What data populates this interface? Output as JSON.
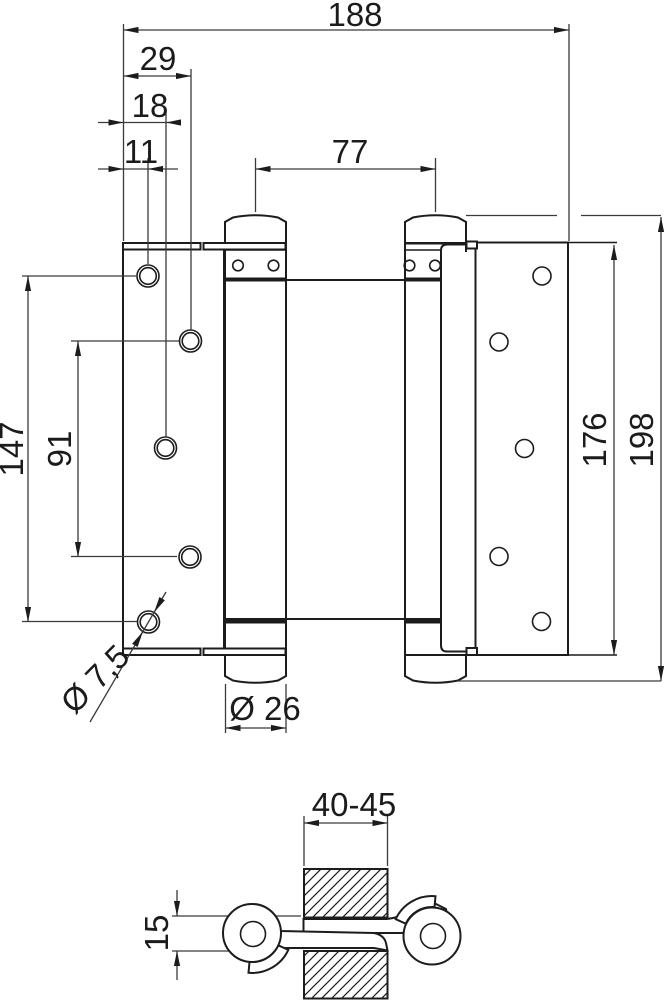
{
  "drawing": {
    "kind": "technical-drawing",
    "views": [
      "front-view",
      "top-section-view"
    ]
  },
  "dims": {
    "overall_width": "188",
    "hole_col_outer": "29",
    "hole_col_mid": "18",
    "hole_col_inner": "11",
    "spring_center_distance": "77",
    "hole_row_span_outer": "147",
    "hole_row_span_inner": "91",
    "leaf_height": "176",
    "overall_height": "198",
    "screw_hole_diameter": "Ø 7,5",
    "barrel_diameter": "Ø 26"
  },
  "section": {
    "door_thickness_range": "40-45",
    "strap_thickness": "15"
  }
}
